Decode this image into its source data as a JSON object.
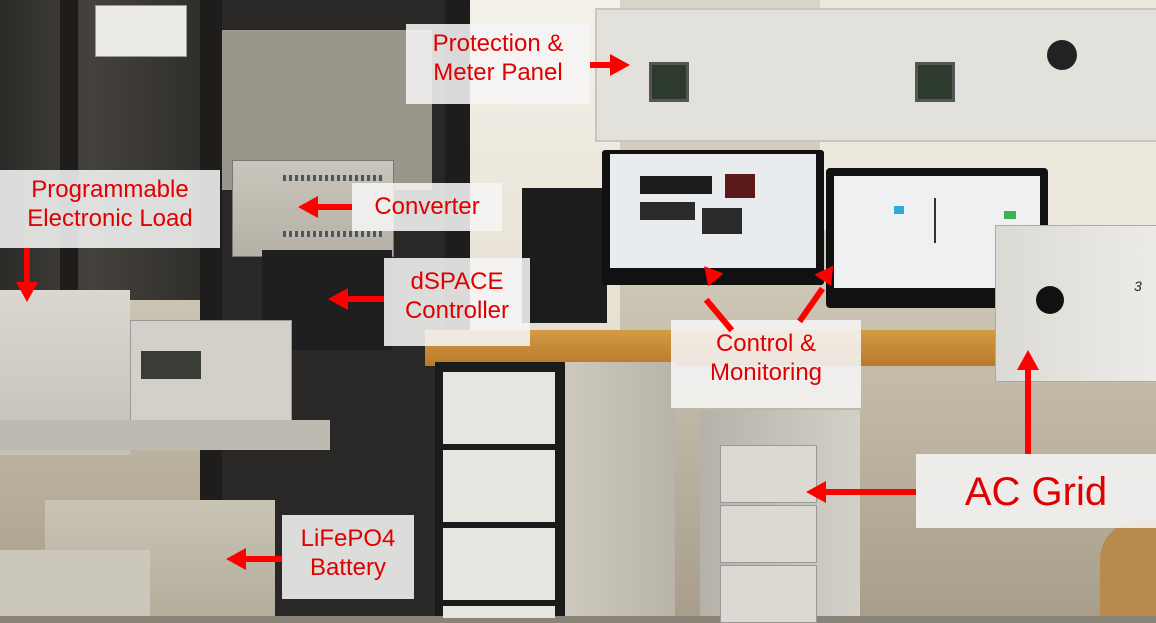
{
  "image": {
    "description": "Laboratory test bench for a grid-connected battery converter with labeled equipment",
    "annotation_color": "#ff0000",
    "label_background": "#f5f5f5"
  },
  "labels": {
    "protection_meter_panel": {
      "line1": "Protection &",
      "line2": "Meter Panel"
    },
    "programmable_load": {
      "line1": "Programmable",
      "line2": "Electronic Load"
    },
    "converter": {
      "line1": "Converter"
    },
    "dspace": {
      "line1": "dSPACE",
      "line2": "Controller"
    },
    "control_monitoring": {
      "line1": "Control &",
      "line2": "Monitoring"
    },
    "ac_grid": {
      "line1": "AC Grid"
    },
    "battery": {
      "line1": "LiFePO4",
      "line2": "Battery"
    }
  },
  "equipment_marks": {
    "grid_box_number": "3"
  }
}
